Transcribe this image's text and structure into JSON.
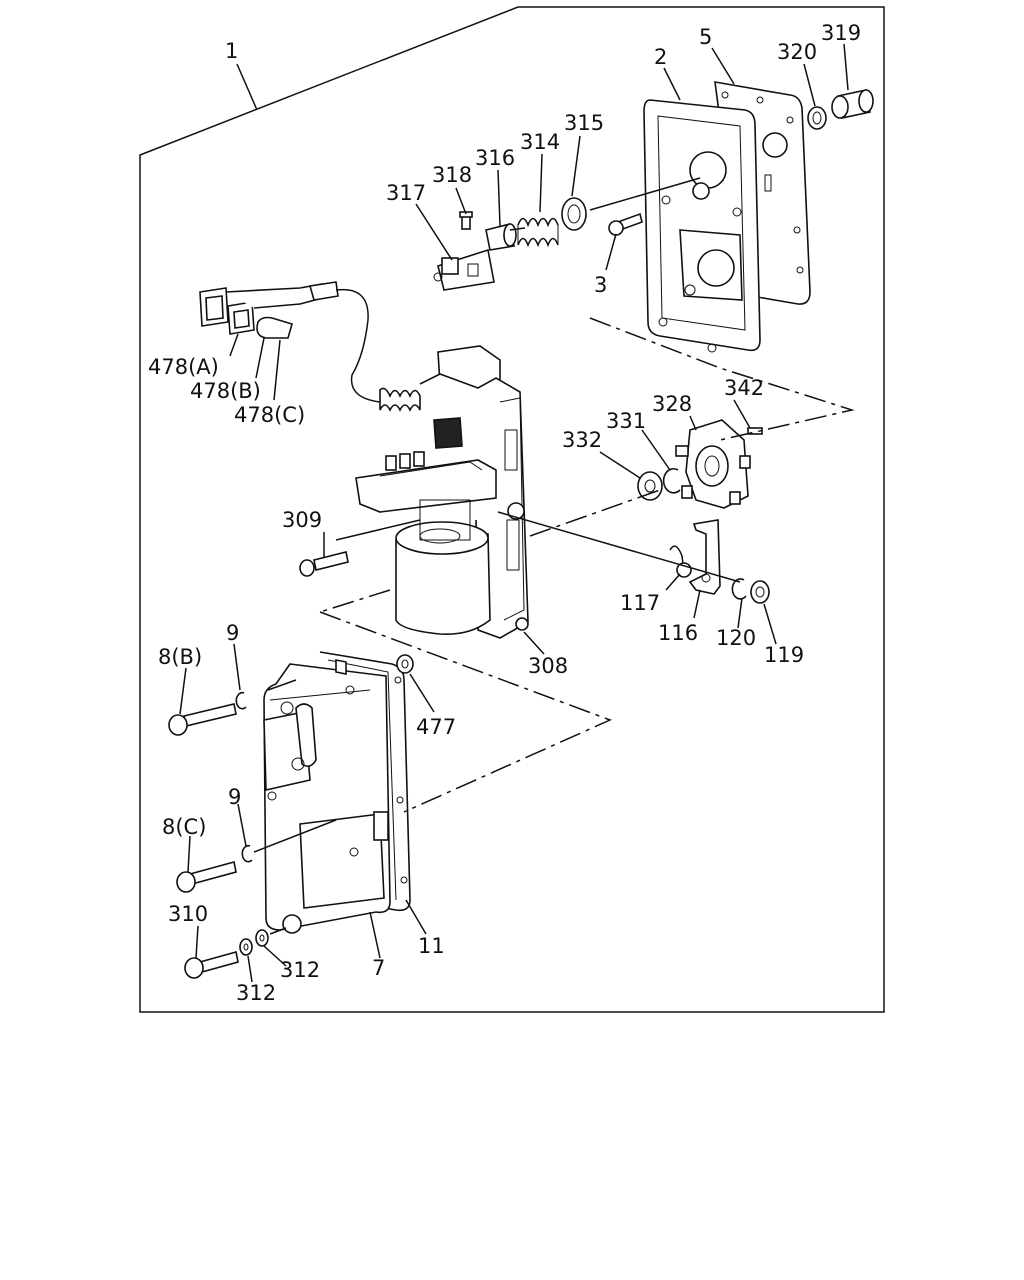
{
  "callouts": {
    "c1": "1",
    "c2": "2",
    "c5": "5",
    "c320": "320",
    "c319": "319",
    "c315": "315",
    "c314": "314",
    "c316": "316",
    "c318": "318",
    "c317": "317",
    "c3": "3",
    "c478a": "478(A)",
    "c478b": "478(B)",
    "c478c": "478(C)",
    "c342": "342",
    "c328": "328",
    "c331": "331",
    "c332": "332",
    "c309": "309",
    "c117": "117",
    "c116": "116",
    "c120": "120",
    "c119": "119",
    "c308": "308",
    "c9a": "9",
    "c8b": "8(B)",
    "c477": "477",
    "c9b": "9",
    "c8c": "8(C)",
    "c310": "310",
    "c312a": "312",
    "c312b": "312",
    "c7": "7",
    "c11": "11"
  }
}
